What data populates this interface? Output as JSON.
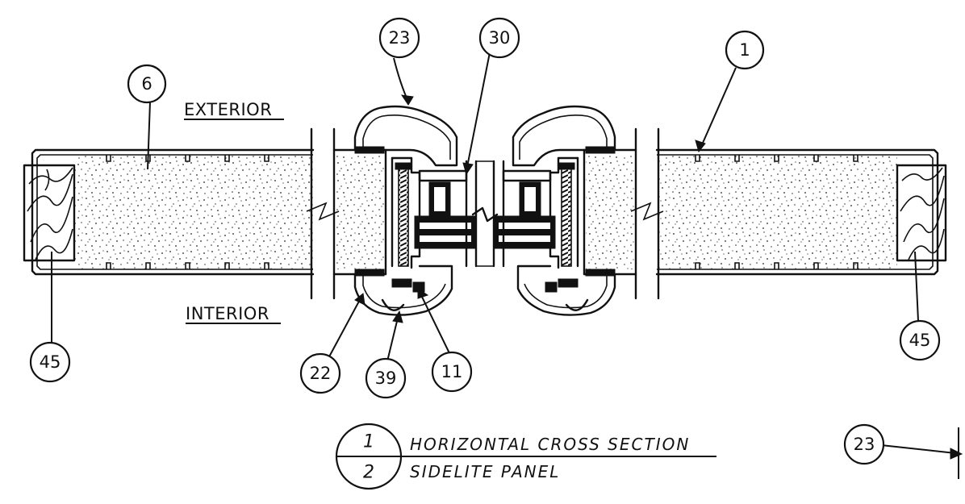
{
  "labels": {
    "exterior": "EXTERIOR",
    "interior": "INTERIOR"
  },
  "callouts": {
    "c1": "1",
    "c6": "6",
    "c11": "11",
    "c22": "22",
    "c23_top": "23",
    "c23_ref": "23",
    "c30": "30",
    "c39": "39",
    "c45_left": "45",
    "c45_right": "45"
  },
  "title_block": {
    "detail_number": "1",
    "sheet_number": "2",
    "title": "HORIZONTAL CROSS SECTION",
    "subtitle": "SIDELITE PANEL"
  }
}
